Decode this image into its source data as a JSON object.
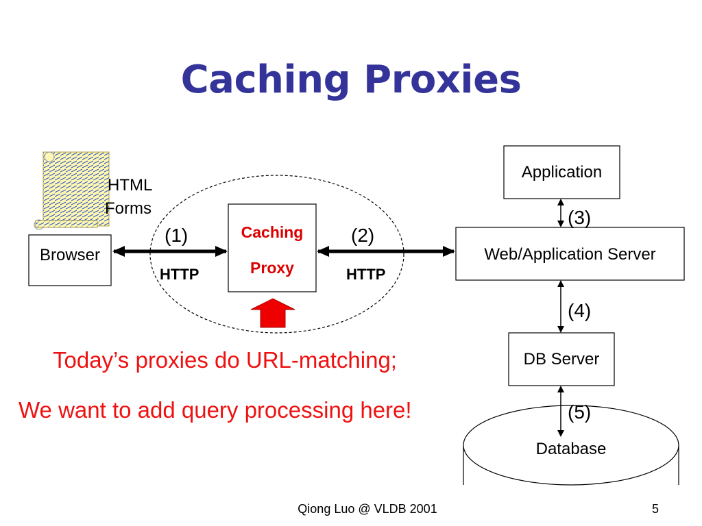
{
  "slide": {
    "title": "Caching Proxies",
    "html_forms_line1": "HTML",
    "html_forms_line2": "Forms",
    "browser": "Browser",
    "proxy_line1": "Caching",
    "proxy_line2": "Proxy",
    "web_server": "Web/Application Server",
    "application": "Application",
    "db_server": "DB Server",
    "database": "Database",
    "step1": "(1)",
    "step2": "(2)",
    "step3": "(3)",
    "step4": "(4)",
    "step5": "(5)",
    "http_left": "HTTP",
    "http_right": "HTTP",
    "note_line1": "Today’s proxies do URL-matching;",
    "note_line2": "We want to add query processing here!",
    "footer_author": "Qiong Luo @ VLDB 2001",
    "page_number": "5"
  },
  "colors": {
    "title": "#333399",
    "note_red": "#ee1111",
    "proxy_red": "#dd0000",
    "up_arrow": "#ee0000",
    "scroll_hatch": "#3355cc",
    "scroll_fill": "#fff8b0"
  }
}
